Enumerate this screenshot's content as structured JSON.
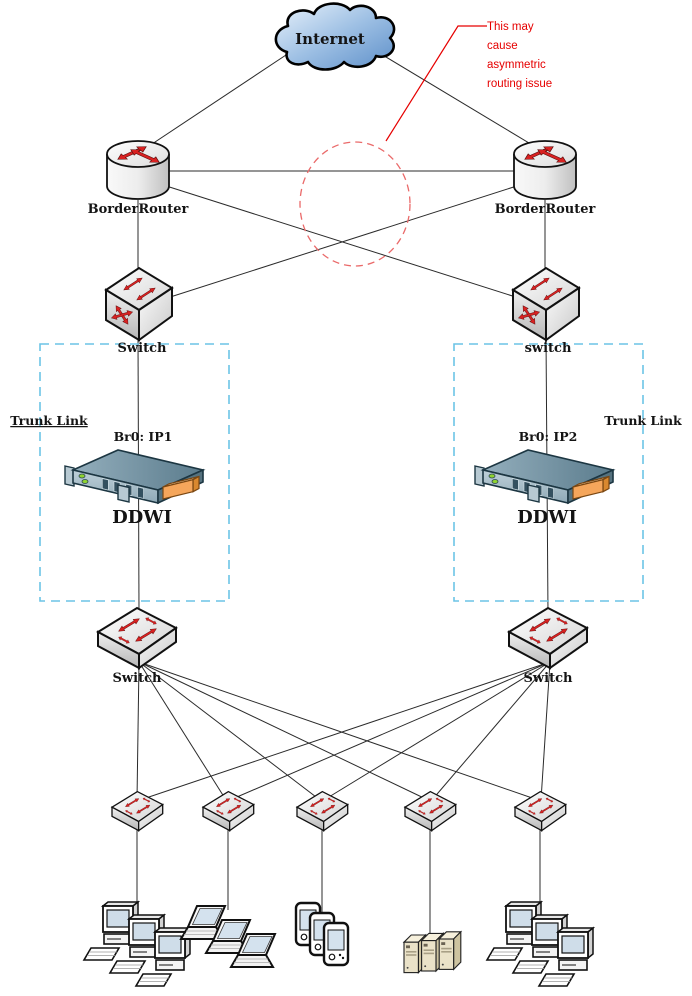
{
  "diagram": {
    "internet_label": "Internet",
    "annotation": {
      "line1": "This may",
      "line2": "cause",
      "line3": "asymmetric",
      "line4": "routing issue"
    },
    "nodes": {
      "border_router_left": "BorderRouter",
      "border_router_right": "BorderRouter",
      "switch_upper_left": "Switch",
      "switch_upper_right": "switch",
      "trunk_link_left": "Trunk Link",
      "trunk_link_right": "Trunk Link",
      "bridge_ip_left": "Br0: IP1",
      "bridge_ip_right": "Br0: IP2",
      "ddwi_left": "DDWI",
      "ddwi_right": "DDWI",
      "switch_lower_left": "Switch",
      "switch_lower_right": "Switch"
    },
    "colors": {
      "annotation_red": "#e60000",
      "dashed_circle_red": "#ea6a6a",
      "trunk_box_cyan": "#6cc4e6",
      "arrow_red": "#d92121",
      "link_gray": "#2b2b2b",
      "cloud_blue": "#5d8fc9",
      "ddwi_body_blue": "#7795a6",
      "ddwi_module_orange": "#f5a65b",
      "server_beige": "#eae2c8",
      "led_green": "#8fd430"
    }
  }
}
